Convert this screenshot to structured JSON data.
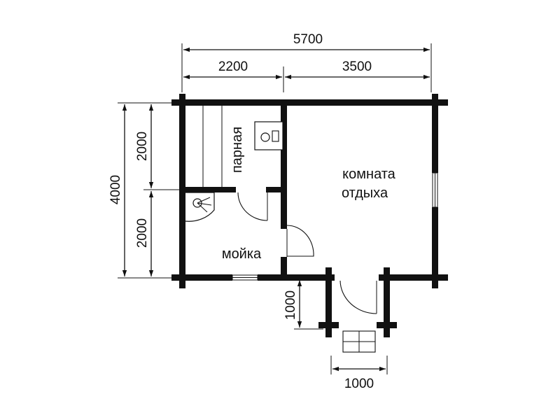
{
  "dimensions": {
    "total_width": "5700",
    "left_width": "2200",
    "right_width": "3500",
    "total_depth": "4000",
    "upper_depth": "2000",
    "lower_depth": "2000",
    "porch_depth": "1000",
    "porch_width": "1000"
  },
  "rooms": {
    "steam_room": "парная",
    "rest_room_line1": "комната",
    "rest_room_line2": "отдыха",
    "wash_room": "мойка"
  },
  "colors": {
    "ink": "#111111",
    "background": "#ffffff"
  }
}
